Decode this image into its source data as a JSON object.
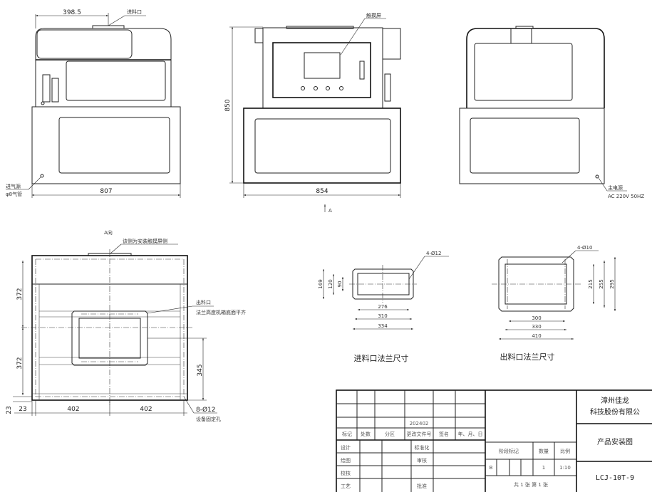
{
  "views": {
    "front_left": {
      "dim_top": "398.5",
      "dim_width": "807",
      "label_inlet": "进料口",
      "label_air_source": "进气源",
      "label_air_tube": "φ8气管"
    },
    "front_center": {
      "dim_height": "850",
      "dim_width": "854",
      "label_touchscreen": "触摸屏",
      "arrow_label": "A"
    },
    "front_right": {
      "label_power": "主电源",
      "label_power_spec": "AC 220V 50HZ"
    },
    "view_a": {
      "title": "A向",
      "label_side": "该侧为安装触摸屏侧",
      "label_outlet": "出料口",
      "label_outlet_note": "法兰高度机箱底面平齐",
      "dim_372_top": "372",
      "dim_372_bottom": "372",
      "dim_345": "345",
      "dim_23_v": "23",
      "dim_23_h": "23",
      "dim_402_left": "402",
      "dim_402_right": "402",
      "holes": "8-Ø12",
      "holes_note": "设备固定孔"
    },
    "inlet_flange": {
      "title": "进料口法兰尺寸",
      "holes": "4-Ø12",
      "dims_v": [
        "169",
        "120",
        "90"
      ],
      "dims_h": [
        "276",
        "310",
        "334"
      ]
    },
    "outlet_flange": {
      "title": "出料口法兰尺寸",
      "holes": "4-Ø10",
      "dims_v": [
        "215",
        "255",
        "295"
      ],
      "dims_h": [
        "300",
        "330",
        "410"
      ]
    }
  },
  "title_block": {
    "revision_value": "202402",
    "headers": [
      "标记",
      "处数",
      "分区",
      "更改文件号",
      "签名",
      "年、月、日"
    ],
    "roles": [
      "设计",
      "绘图",
      "校核",
      "工艺"
    ],
    "roles2": [
      "标准化",
      "审核",
      "",
      "批准"
    ],
    "stage_label": "阶段标记",
    "qty_label": "数量",
    "scale_label": "比例",
    "stage_value": "B",
    "qty_value": "1",
    "scale_value": "1:10",
    "sheets": "共 1 张   第 1 张",
    "company_line1": "漳州佳龙",
    "company_line2": "科技股份有限公",
    "drawing_title": "产品安装图",
    "drawing_number": "LCJ-10T-9"
  }
}
